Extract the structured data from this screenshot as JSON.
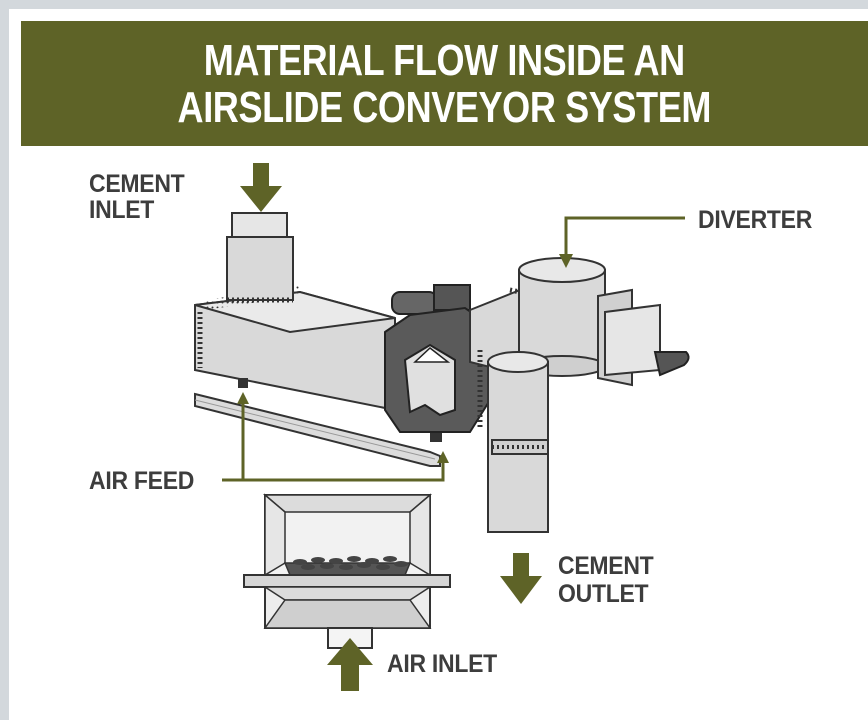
{
  "title": {
    "line1": "MATERIAL FLOW INSIDE AN",
    "line2": "AIRSLIDE CONVEYOR SYSTEM"
  },
  "labels": {
    "cement_inlet_1": "CEMENT",
    "cement_inlet_2": "INLET",
    "diverter": "DIVERTER",
    "air_feed": "AIR FEED",
    "cement_outlet_1": "CEMENT",
    "cement_outlet_2": "OUTLET",
    "air_inlet": "AIR INLET"
  },
  "colors": {
    "header_bg": "#5e6327",
    "arrow": "#5e6327",
    "label_text": "#3d3d3d",
    "metal_light": "#d9d9d9",
    "metal_dark": "#5a5a5a",
    "outline": "#333333"
  }
}
